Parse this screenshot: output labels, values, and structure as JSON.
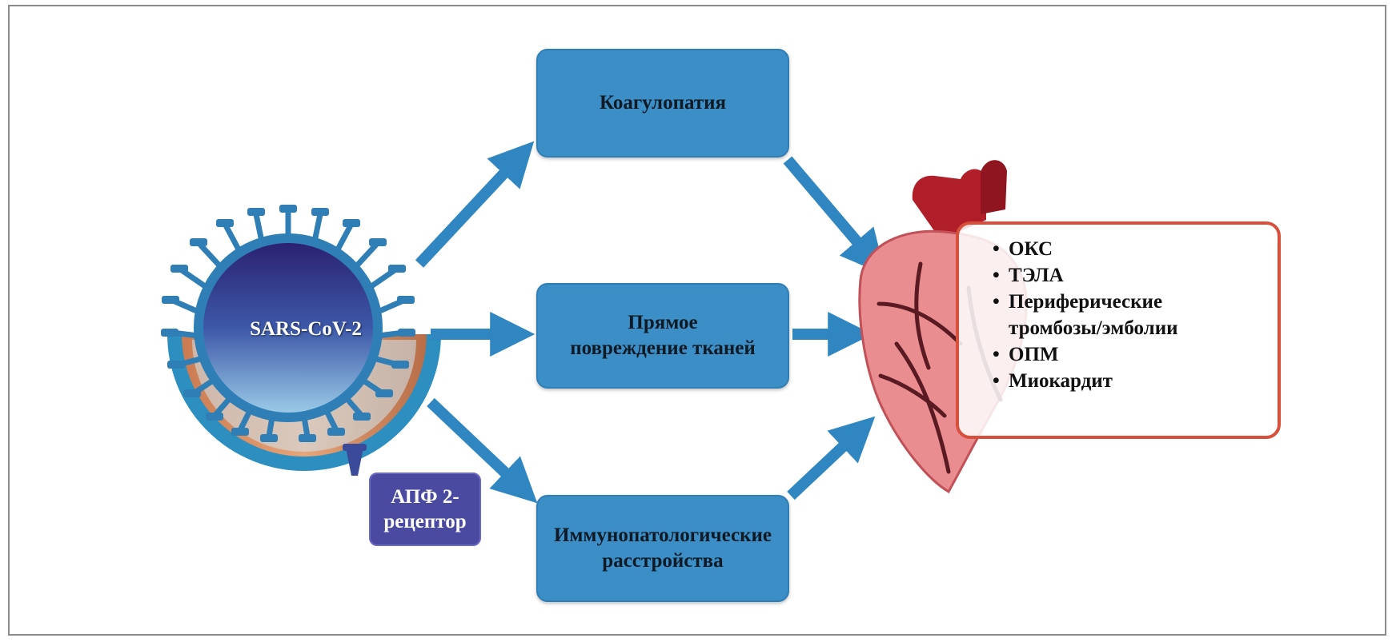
{
  "virus": {
    "label": "SARS-CoV-2"
  },
  "receptor": {
    "label_line1": "АПФ 2-",
    "label_line2": "рецептор"
  },
  "mechanisms": [
    {
      "lines": [
        "Коагулопатия"
      ]
    },
    {
      "lines": [
        "Прямое",
        "повреждение тканей"
      ]
    },
    {
      "lines": [
        "Иммунопатологические",
        "расстройства"
      ]
    }
  ],
  "outcomes": {
    "bullet": "•",
    "items": [
      {
        "line1": "ОКС",
        "line2": ""
      },
      {
        "line1": "ТЭЛА",
        "line2": ""
      },
      {
        "line1": "Периферические",
        "line2": "тромбозы/эмболии"
      },
      {
        "line1": "ОПМ",
        "line2": ""
      },
      {
        "line1": "Миокардит",
        "line2": ""
      }
    ]
  },
  "colors": {
    "box_fill": "#3b8ec6",
    "arrow": "#2f86c0",
    "outcome_border": "#d8503c",
    "receptor_fill": "#4a4aa0",
    "heart": "#e88a8e"
  },
  "icons": [
    "virus-icon",
    "cell-membrane-icon",
    "heart-icon"
  ]
}
